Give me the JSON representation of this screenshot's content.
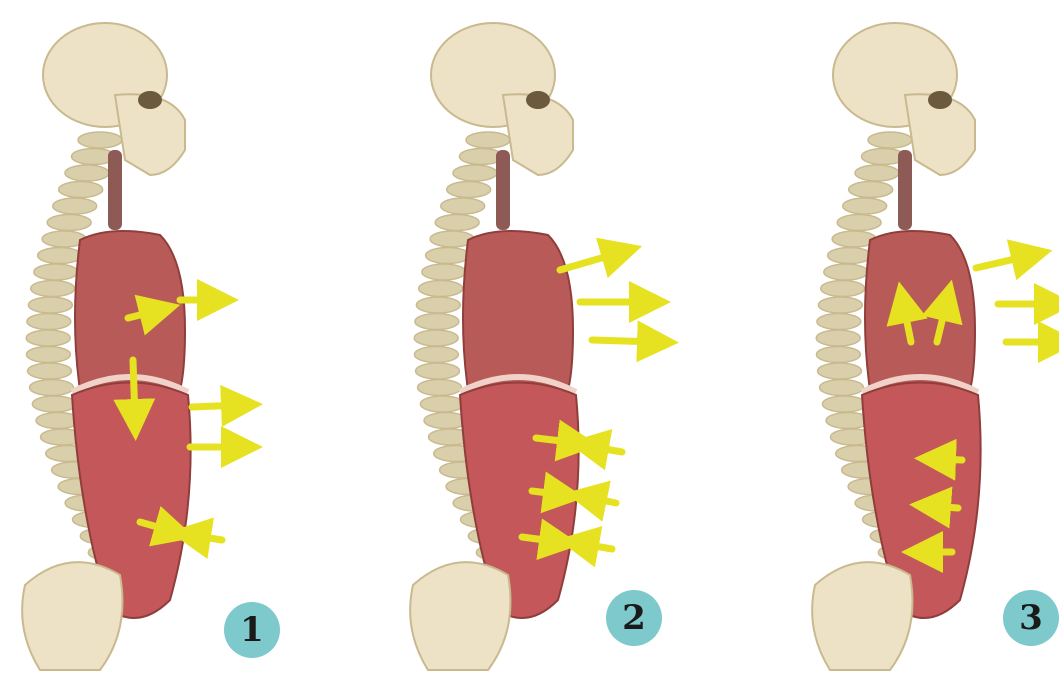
{
  "panels": [
    {
      "number": "1",
      "phase": "diaphragm-descends",
      "arrow_theme": "inhale"
    },
    {
      "number": "2",
      "phase": "abdomen-contracts-chest-expands",
      "arrow_theme": "mid"
    },
    {
      "number": "3",
      "phase": "diaphragm-rises",
      "arrow_theme": "exhale"
    }
  ],
  "colors": {
    "background": "#ffffff",
    "badge": "#7ec9cc",
    "badge_text": "#1a1a1a",
    "arrow": "#e6e221",
    "arrow_edge": "#b9b51a",
    "lung": "#b85b58",
    "lung_dark": "#8f3e3c",
    "abdomen": "#c4575a",
    "diaphragm": "#f1d2c8",
    "bone": "#ede2c5",
    "bone_shade": "#c9b98f",
    "spine": "#d9cfaa"
  },
  "icons": [
    "skull-icon",
    "spine-icon",
    "lung-icon",
    "diaphragm-icon",
    "abdomen-icon",
    "pelvis-icon",
    "arrow-icon"
  ]
}
